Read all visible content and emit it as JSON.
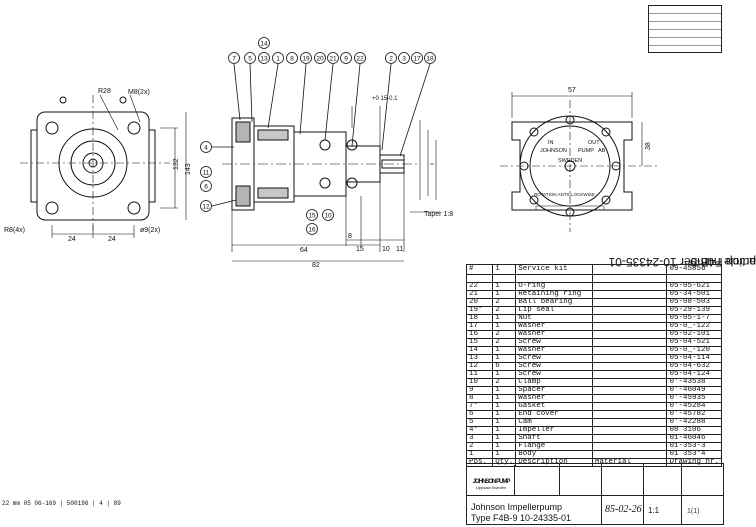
{
  "side_label": {
    "article": "article number 10-24335-01",
    "pump": "pump F4B-9"
  },
  "drawing": {
    "callouts_top": [
      "7",
      "5",
      "13",
      "1",
      "8",
      "19",
      "20",
      "21",
      "9",
      "22"
    ],
    "callout_14": "14",
    "callouts_top_right": [
      "2",
      "3",
      "17",
      "18"
    ],
    "callouts_left": [
      "4",
      "11",
      "6",
      "12"
    ],
    "callouts_bottom": [
      "15",
      "10",
      "16"
    ],
    "dim_R28": "R28",
    "dim_M8": "M8(2x)",
    "dim_132": "132",
    "dim_143": "143",
    "dim_24a": "24",
    "dim_24b": "24",
    "dim_R8": "R8(4x)",
    "dim_phi9": "ø9(2x)",
    "dim_64": "64",
    "dim_82": "82",
    "dim_8": "8",
    "dim_15": "15",
    "dim_10": "10",
    "dim_11": "11",
    "dim_tol": "+0\n15-0.1",
    "taper": "Taper 1:8",
    "dim_57": "57",
    "dim_38": "38",
    "pump_text_in": "IN",
    "pump_text_johnson": "JOHNSON",
    "pump_text_pump": "PUMP",
    "pump_text_ab": "AB",
    "pump_text_sweden": "SWEDEN",
    "pump_text_out": "OUT",
    "rotation": "ROTATION ANTICLOCKWISE",
    "bottom_note": "22 mm 05 06-169  | 500196 | 4 | 89"
  },
  "parts_list": {
    "header": {
      "pos": "#",
      "qty": "1",
      "desc": "Service kit",
      "code": "09-45856"
    },
    "rows": [
      {
        "pos": "22",
        "qty": "1",
        "desc": "O-ring",
        "code": "05-05-621"
      },
      {
        "pos": "21",
        "qty": "1",
        "desc": "Retaining ring",
        "code": "05-34-501"
      },
      {
        "pos": "20",
        "qty": "2",
        "desc": "Ball bearing",
        "code": "05-08-503"
      },
      {
        "pos": "19*",
        "qty": "2",
        "desc": "Lip seal",
        "code": "05-29-139"
      },
      {
        "pos": "18",
        "qty": "1",
        "desc": "Nut",
        "code": "05-05-1-7"
      },
      {
        "pos": "17",
        "qty": "1",
        "desc": "Washer",
        "code": "05-0_-122"
      },
      {
        "pos": "16",
        "qty": "2",
        "desc": "Washer",
        "code": "05-02-101"
      },
      {
        "pos": "15",
        "qty": "2",
        "desc": "Screw",
        "code": "05-04-521"
      },
      {
        "pos": "14",
        "qty": "1",
        "desc": "Washer",
        "code": "05-0_-120"
      },
      {
        "pos": "13",
        "qty": "1",
        "desc": "Screw",
        "code": "05-04-114"
      },
      {
        "pos": "12",
        "qty": "6",
        "desc": "Screw",
        "code": "05-04-632"
      },
      {
        "pos": "11",
        "qty": "1",
        "desc": "Screw",
        "code": "05-04-124"
      },
      {
        "pos": "10",
        "qty": "2",
        "desc": "Clamp",
        "code": "0'-43538"
      },
      {
        "pos": "9",
        "qty": "1",
        "desc": "Spacer",
        "code": "0'-46049"
      },
      {
        "pos": "8",
        "qty": "1",
        "desc": "Washer",
        "code": "0'-45935"
      },
      {
        "pos": "7*",
        "qty": "1",
        "desc": "Gasket",
        "code": "0'-45284"
      },
      {
        "pos": "6",
        "qty": "1",
        "desc": "End cover",
        "code": "0'-45782"
      },
      {
        "pos": "5",
        "qty": "1",
        "desc": "Cam",
        "code": "0'-42288"
      },
      {
        "pos": "4*",
        "qty": "1",
        "desc": "Impeller",
        "code": "08 3106"
      },
      {
        "pos": "3",
        "qty": "1",
        "desc": "Shaft",
        "code": "01-46046"
      },
      {
        "pos": "2",
        "qty": "1",
        "desc": "Flange",
        "code": "01-353-3"
      },
      {
        "pos": "1",
        "qty": "1",
        "desc": "Body",
        "code": "01 353*4"
      }
    ],
    "columns": {
      "pos": "Pos.",
      "qty": "Qty.",
      "desc": "Description",
      "material": "Material",
      "drawing": "Drawing nr."
    }
  },
  "title_block": {
    "logo": "JOHNSON PUMP",
    "logo_sub": "Uppsala Sweden",
    "title": "Johnson Impellerpump",
    "subtitle": "Type F4B-9    10-24335-01",
    "date": "85-02-26",
    "scale": "1:1",
    "sheet": "1(1)"
  }
}
